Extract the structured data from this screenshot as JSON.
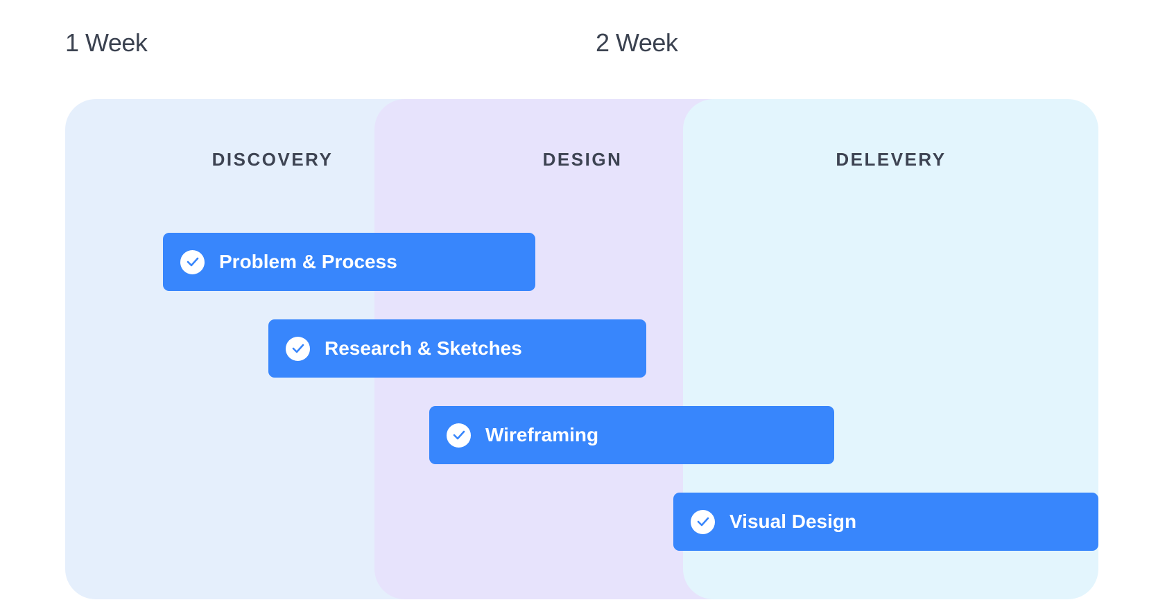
{
  "weeks": {
    "first": "1 Week",
    "second": "2 Week"
  },
  "phases": [
    {
      "title": "DISCOVERY",
      "color": "#e5effc"
    },
    {
      "title": "DESIGN",
      "color": "#e7e3fc"
    },
    {
      "title": "DELEVERY",
      "color": "#e3f5fd"
    }
  ],
  "tasks": [
    {
      "label": "Problem & Process",
      "icon": "check-circle-icon",
      "completed": true
    },
    {
      "label": "Research & Sketches",
      "icon": "check-circle-icon",
      "completed": true
    },
    {
      "label": "Wireframing",
      "icon": "check-circle-icon",
      "completed": true
    },
    {
      "label": "Visual Design",
      "icon": "check-circle-icon",
      "completed": true
    }
  ],
  "colors": {
    "task_bar": "#3886fc",
    "text_dark": "#3d4352"
  }
}
